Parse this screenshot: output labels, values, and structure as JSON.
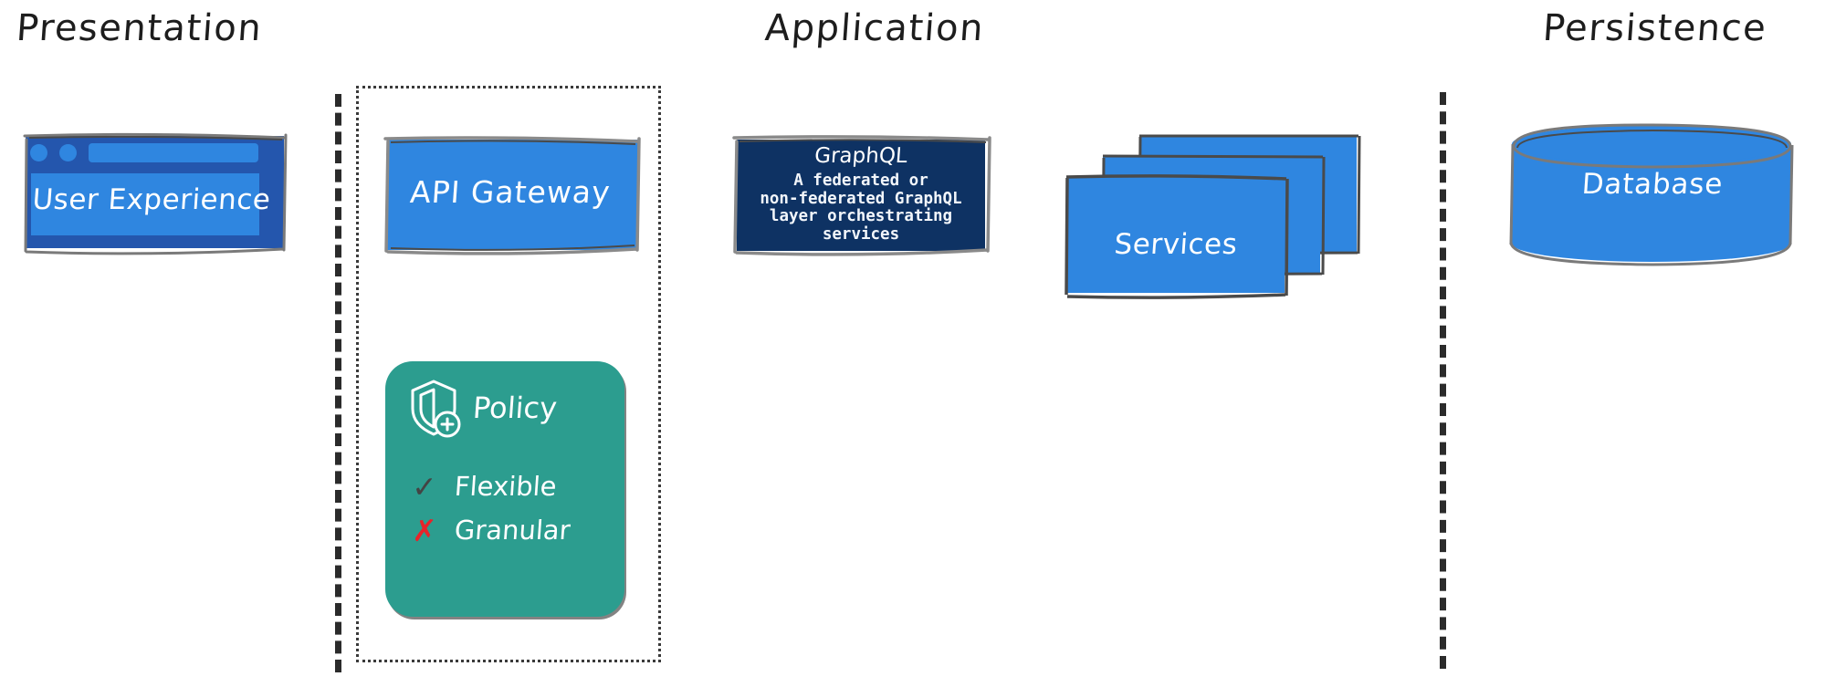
{
  "diagram": {
    "columns": [
      {
        "id": "presentation",
        "label": "Presentation"
      },
      {
        "id": "application",
        "label": "Application"
      },
      {
        "id": "persistence",
        "label": "Persistence"
      }
    ],
    "nodes": {
      "user_experience": {
        "label": "User Experience",
        "shape": "browser-window",
        "frame_color": "#2456ad",
        "screen_color": "#2f86e0"
      },
      "api_gateway": {
        "label": "API Gateway",
        "shape": "rectangle",
        "color": "#2f86e0"
      },
      "graphql": {
        "title": "GraphQL",
        "description": "A federated or\nnon-federated GraphQL\nlayer orchestrating\nservices",
        "shape": "rectangle",
        "color": "#0e3263"
      },
      "services": {
        "label": "Services",
        "shape": "stacked-rectangles",
        "count": 3,
        "color": "#2f86e0"
      },
      "database": {
        "label": "Database",
        "shape": "cylinder",
        "color": "#2f86e0"
      },
      "policy": {
        "title": "Policy",
        "shape": "rounded-card",
        "color": "#2c9d8f",
        "icon": "shield-plus-icon",
        "attributes": [
          {
            "mark": "✓",
            "mark_type": "check",
            "mark_color": "#444444",
            "label": "Flexible"
          },
          {
            "mark": "✗",
            "mark_type": "cross",
            "mark_color": "#e8232a",
            "label": "Granular"
          }
        ]
      }
    },
    "separators": {
      "style": "dashed",
      "color": "#2b2b2b",
      "group_box_style": "dotted",
      "group_box_color": "#3a3a3a"
    }
  }
}
